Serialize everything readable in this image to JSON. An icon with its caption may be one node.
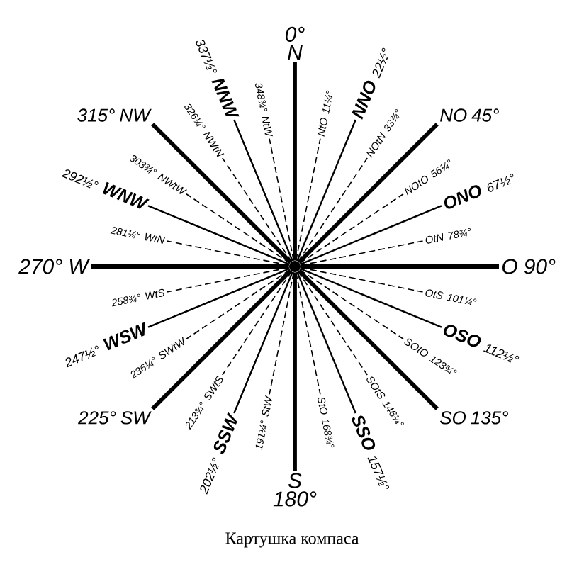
{
  "diagram": {
    "caption": "Картушка компаса",
    "nodes": [
      {
        "text": [],
        "shape": "circle"
      },
      {
        "text": [
          "0°",
          "N"
        ]
      },
      {
        "text": [
          "NtO",
          "11¼°"
        ]
      },
      {
        "text": [
          "NNO",
          "22½°"
        ]
      },
      {
        "text": [
          "NOtN",
          "33¾°"
        ]
      },
      {
        "text": [
          "NO",
          "45°"
        ]
      },
      {
        "text": [
          "NOtO",
          "56¼°"
        ]
      },
      {
        "text": [
          "ONO",
          "67½°"
        ]
      },
      {
        "text": [
          "OtN",
          "78¾°"
        ]
      },
      {
        "text": [
          "O",
          "90°"
        ]
      },
      {
        "text": [
          "OtS",
          "101¼°"
        ]
      },
      {
        "text": [
          "OSO",
          "112½°"
        ]
      },
      {
        "text": [
          "SOtO",
          "123¾°"
        ]
      },
      {
        "text": [
          "SO",
          "135°"
        ]
      },
      {
        "text": [
          "SOtS",
          "146¼°"
        ]
      },
      {
        "text": [
          "SSO",
          "157½°"
        ]
      },
      {
        "text": [
          "StO",
          "168¾°"
        ]
      },
      {
        "text": [
          "S",
          "180°"
        ]
      },
      {
        "text": [
          "191¼°",
          "StW"
        ]
      },
      {
        "text": [
          "202½°",
          "SSW"
        ]
      },
      {
        "text": [
          "213¾°",
          "SWtS"
        ]
      },
      {
        "text": [
          "225°",
          "SW"
        ]
      },
      {
        "text": [
          "236¼°",
          "SWtW"
        ]
      },
      {
        "text": [
          "247½°",
          "WSW"
        ]
      },
      {
        "text": [
          "258¾°",
          "WtS"
        ]
      },
      {
        "text": [
          "270°",
          "W"
        ]
      },
      {
        "text": [
          "281¼°",
          "WtN"
        ]
      },
      {
        "text": [
          "292½°",
          "WNW"
        ]
      },
      {
        "text": [
          "303¾°",
          "NWtW"
        ]
      },
      {
        "text": [
          "315°",
          "NW"
        ]
      },
      {
        "text": [
          "326¼°",
          "NWtN"
        ]
      },
      {
        "text": [
          "337½°",
          "NNW"
        ]
      },
      {
        "text": [
          "348¾°",
          "NtW"
        ]
      }
    ],
    "edges": [
      {
        "from": 0,
        "to": 1,
        "arrow": "none",
        "style": "thick"
      },
      {
        "from": 0,
        "to": 2,
        "arrow": "none",
        "style": "dashed"
      },
      {
        "from": 0,
        "to": 3,
        "arrow": "none"
      },
      {
        "from": 0,
        "to": 4,
        "arrow": "none",
        "style": "dashed"
      },
      {
        "from": 0,
        "to": 5,
        "arrow": "none",
        "style": "thick"
      },
      {
        "from": 0,
        "to": 6,
        "arrow": "none",
        "style": "dashed"
      },
      {
        "from": 0,
        "to": 7,
        "arrow": "none"
      },
      {
        "from": 0,
        "to": 8,
        "arrow": "none",
        "style": "dashed"
      },
      {
        "from": 0,
        "to": 9,
        "arrow": "none",
        "style": "thick"
      },
      {
        "from": 0,
        "to": 10,
        "arrow": "none",
        "style": "dashed"
      },
      {
        "from": 0,
        "to": 11,
        "arrow": "none"
      },
      {
        "from": 0,
        "to": 12,
        "arrow": "none",
        "style": "dashed"
      },
      {
        "from": 0,
        "to": 13,
        "arrow": "none",
        "style": "thick"
      },
      {
        "from": 0,
        "to": 14,
        "arrow": "none",
        "style": "dashed"
      },
      {
        "from": 0,
        "to": 15,
        "arrow": "none"
      },
      {
        "from": 0,
        "to": 16,
        "arrow": "none",
        "style": "dashed"
      },
      {
        "from": 0,
        "to": 17,
        "arrow": "none",
        "style": "thick"
      },
      {
        "from": 0,
        "to": 18,
        "arrow": "none",
        "style": "dashed"
      },
      {
        "from": 0,
        "to": 19,
        "arrow": "none"
      },
      {
        "from": 0,
        "to": 20,
        "arrow": "none",
        "style": "dashed"
      },
      {
        "from": 0,
        "to": 21,
        "arrow": "none",
        "style": "thick"
      },
      {
        "from": 0,
        "to": 22,
        "arrow": "none",
        "style": "dashed"
      },
      {
        "from": 0,
        "to": 23,
        "arrow": "none"
      },
      {
        "from": 0,
        "to": 24,
        "arrow": "none",
        "style": "dashed"
      },
      {
        "from": 0,
        "to": 25,
        "arrow": "none",
        "style": "thick"
      },
      {
        "from": 0,
        "to": 26,
        "arrow": "none",
        "style": "dashed"
      },
      {
        "from": 0,
        "to": 27,
        "arrow": "none"
      },
      {
        "from": 0,
        "to": 28,
        "arrow": "none",
        "style": "dashed"
      },
      {
        "from": 0,
        "to": 29,
        "arrow": "none",
        "style": "thick"
      },
      {
        "from": 0,
        "to": 30,
        "arrow": "none",
        "style": "dashed"
      },
      {
        "from": 0,
        "to": 31,
        "arrow": "none"
      },
      {
        "from": 0,
        "to": 32,
        "arrow": "none",
        "style": "dashed"
      }
    ]
  }
}
